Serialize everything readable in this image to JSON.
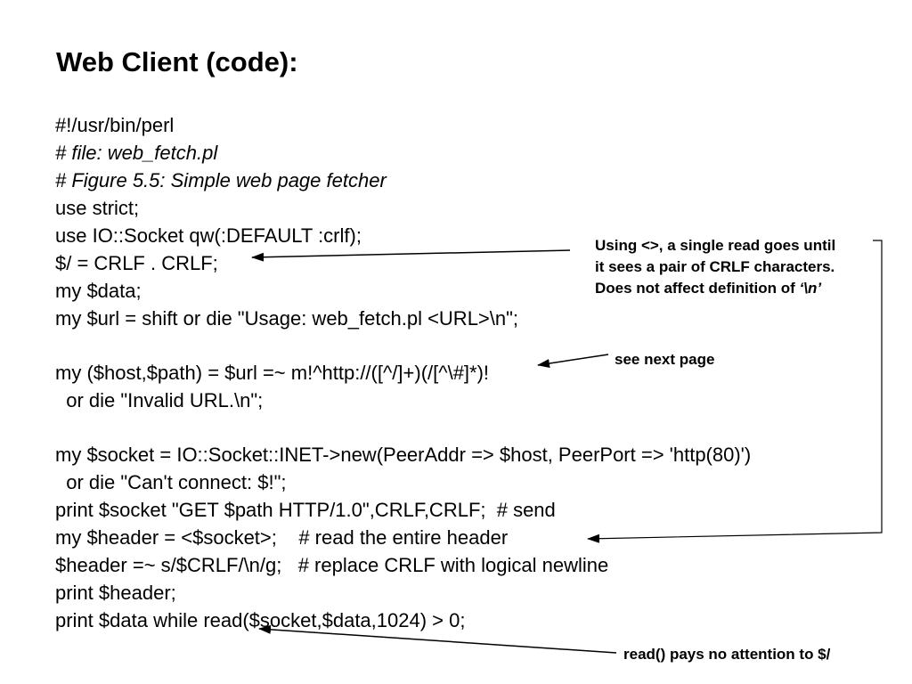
{
  "slide": {
    "title": "Web Client (code):",
    "code_lines": [
      "#!/usr/bin/perl",
      "# file: web_fetch.pl",
      "# Figure 5.5: Simple web page fetcher",
      "use strict;",
      "use IO::Socket qw(:DEFAULT :crlf);",
      "$/ = CRLF . CRLF;",
      "my $data;",
      "my $url = shift or die \"Usage: web_fetch.pl <URL>\\n\";",
      "my ($host,$path) = $url =~ m!^http://([^/]+)(/[^\\#]*)!",
      "  or die \"Invalid URL.\\n\";",
      "my $socket = IO::Socket::INET->new(PeerAddr => $host, PeerPort => 'http(80)')",
      "  or die \"Can't connect: $!\";",
      "print $socket \"GET $path HTTP/1.0\",CRLF,CRLF;  # send",
      "my $header = <$socket>;    # read the entire header",
      "$header =~ s/$CRLF/\\n/g;   # replace CRLF with logical newline",
      "print $header;",
      "print $data while read($socket,$data,1024) > 0;"
    ],
    "notes": {
      "crlf_note": {
        "line1": "Using <>, a single read goes until",
        "line2": "it sees a pair of CRLF characters.",
        "line3_prefix": "Does not affect definition of ",
        "line3_italic": "‘\\n’"
      },
      "next_page": "see next page",
      "read_note": "read() pays no attention to $/"
    }
  }
}
